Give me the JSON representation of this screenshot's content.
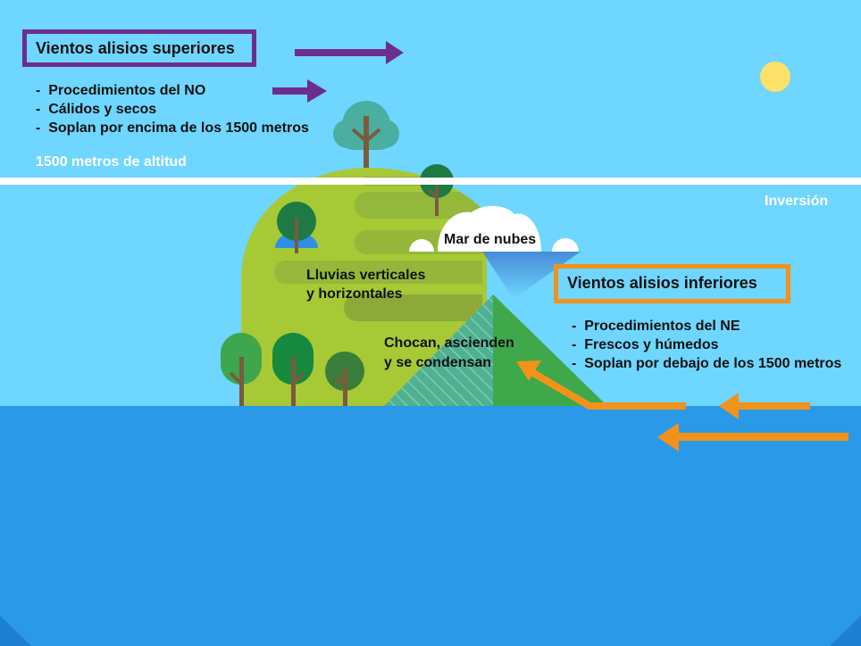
{
  "upper_winds": {
    "title": "Vientos alisios superiores",
    "items": [
      "Procedimientos del NO",
      "Cálidos y secos",
      "Soplan por encima de los 1500 metros"
    ]
  },
  "altitude_label": "1500 metros de altitud",
  "inversion_label": "Inversión",
  "cloud_label": "Mar de nubes",
  "rain_label": [
    "Lluvias verticales",
    "y horizontales"
  ],
  "condense_label": [
    "Chocan, ascienden",
    "y se condensan"
  ],
  "lower_winds": {
    "title": "Vientos alisios inferiores",
    "items": [
      "Procedimientos del NE",
      "Frescos y húmedos",
      "Soplan por debajo de los 1500 metros"
    ]
  },
  "colors": {
    "sky": "#6fd6ff",
    "sea": "#2a9ae8",
    "upper_accent": "#6d2d8f",
    "lower_accent": "#f2921a",
    "sun": "#fde26a",
    "hill": "#a6c935"
  }
}
